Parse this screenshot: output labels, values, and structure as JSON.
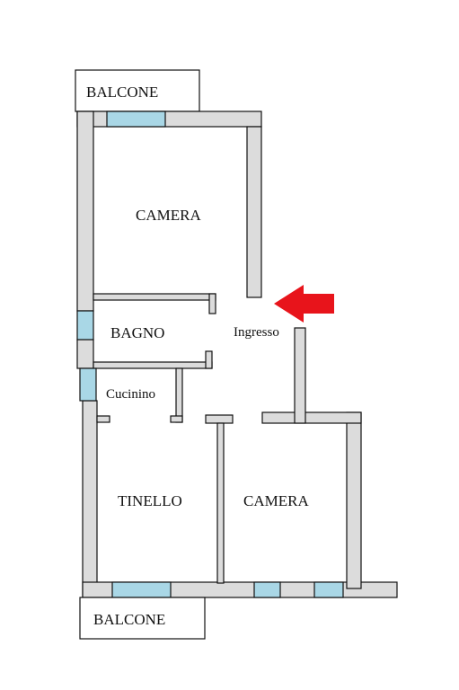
{
  "colors": {
    "wall": "#dcdcdc",
    "window": "#a9d7e6",
    "arrow": "#e8141b",
    "outline": "#111111"
  },
  "labels": {
    "balcone_top": "BALCONE",
    "camera_top": "CAMERA",
    "bagno": "BAGNO",
    "ingresso": "Ingresso",
    "cucinino": "Cucinino",
    "tinello": "TINELLO",
    "camera_bottom": "CAMERA",
    "balcone_bottom": "BALCONE"
  },
  "icons": {
    "entrance_arrow": "arrow-left-icon"
  }
}
